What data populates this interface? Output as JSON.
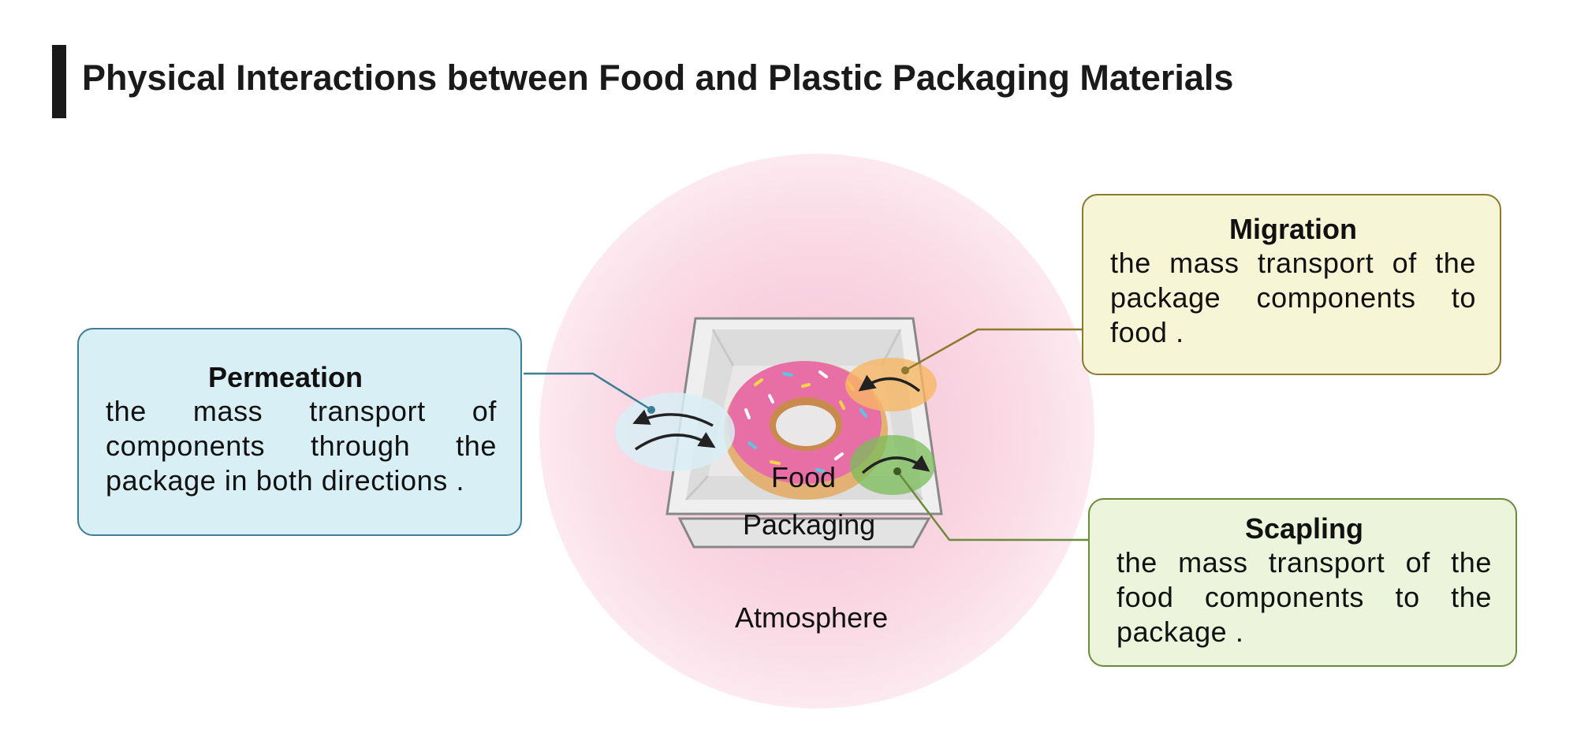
{
  "title": "Physical Interactions between Food and Plastic Packaging Materials",
  "labels": {
    "food": "Food",
    "packaging": "Packaging",
    "atmosphere": "Atmosphere"
  },
  "processes": [
    {
      "title": "Permeation",
      "description": "the mass transport of components through the package in both directions ."
    },
    {
      "title": "Migration",
      "description": "the mass transport of the package components to food ."
    },
    {
      "title": "Scapling",
      "description": "the mass transport of the food components to the package ."
    }
  ],
  "colors": {
    "atmosphere": "#f5b8cc",
    "permeation": "#d9eff6",
    "migration": "#f6f5d6",
    "scapling": "#ecf5dc",
    "icing": "#e86fa6",
    "dough": "#e2b173"
  }
}
